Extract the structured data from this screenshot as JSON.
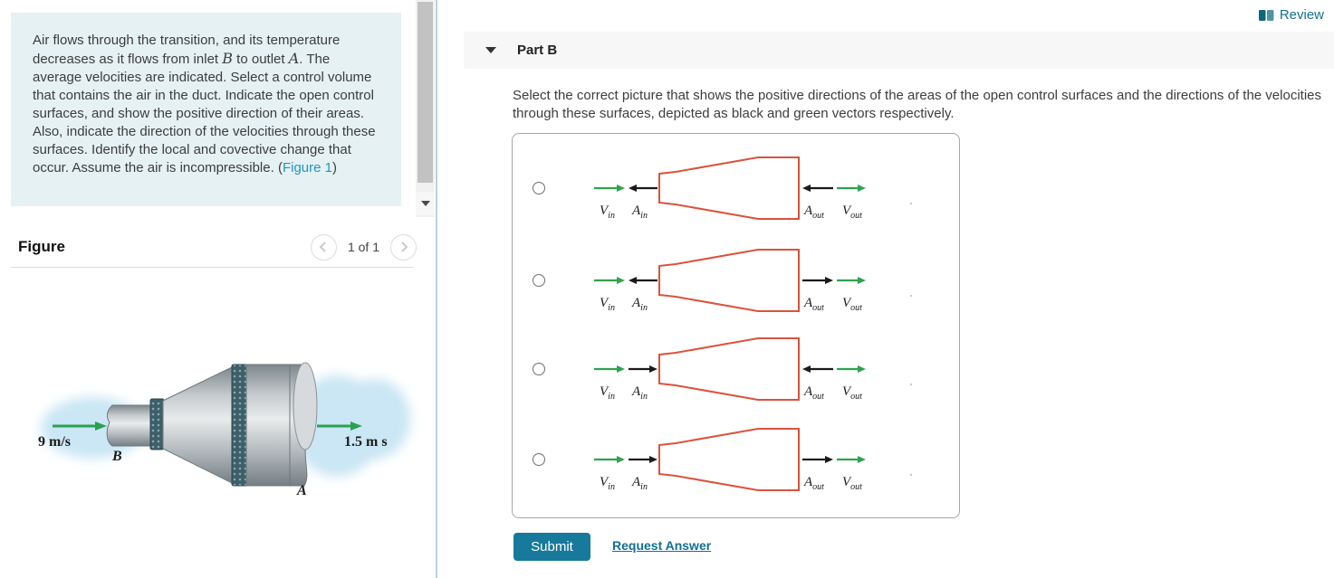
{
  "review": {
    "label": "Review"
  },
  "problem": {
    "segments": [
      {
        "t": "Air flows through the transition, and its temperature decreases as it flows from inlet "
      },
      {
        "t": "B",
        "style": "math"
      },
      {
        "t": " to outlet "
      },
      {
        "t": "A",
        "style": "math"
      },
      {
        "t": ". The average velocities are indicated. Select a control volume that contains the air in the duct. Indicate the open control surfaces, and show the positive direction of their areas. Also, indicate the direction of the velocities through these surfaces. Identify the local and covective change that occur. Assume the air is incompressible. ("
      },
      {
        "t": "Figure 1",
        "style": "link"
      },
      {
        "t": ")"
      }
    ]
  },
  "figure": {
    "title": "Figure",
    "nav": {
      "page": "1 of 1"
    },
    "labels": {
      "inlet_velocity": "9 m/s",
      "inlet": "B",
      "outlet": "A",
      "outlet_velocity": "1.5 m s"
    }
  },
  "part_b": {
    "title": "Part B",
    "question": "Select the correct picture that shows the positive directions of the areas of the open control surfaces and the directions of the velocities through these surfaces, depicted as black and green vectors respectively.",
    "arrow_labels": {
      "v_in": {
        "main": "V",
        "sub": "in"
      },
      "a_in": {
        "main": "A",
        "sub": "in"
      },
      "a_out": {
        "main": "A",
        "sub": "out"
      },
      "v_out": {
        "main": "V",
        "sub": "out"
      }
    },
    "options": [
      {
        "arrows": {
          "v_in": "right",
          "a_in": "left",
          "a_out": "left",
          "v_out": "right"
        }
      },
      {
        "arrows": {
          "v_in": "right",
          "a_in": "left",
          "a_out": "right",
          "v_out": "right"
        }
      },
      {
        "arrows": {
          "v_in": "right",
          "a_in": "right",
          "a_out": "left",
          "v_out": "right"
        }
      },
      {
        "arrows": {
          "v_in": "right",
          "a_in": "right",
          "a_out": "right",
          "v_out": "right"
        }
      }
    ],
    "submit": "Submit",
    "request_answer": "Request Answer"
  },
  "colors": {
    "accent_teal": "#17799c",
    "link_teal": "#2196bd",
    "review_teal": "#15718e",
    "duct_outline_red": "#d9533d",
    "velocity_vector_green": "#2fa34f",
    "area_vector_black": "#1a1a1a",
    "problem_box_bg": "#e5f1f3"
  }
}
